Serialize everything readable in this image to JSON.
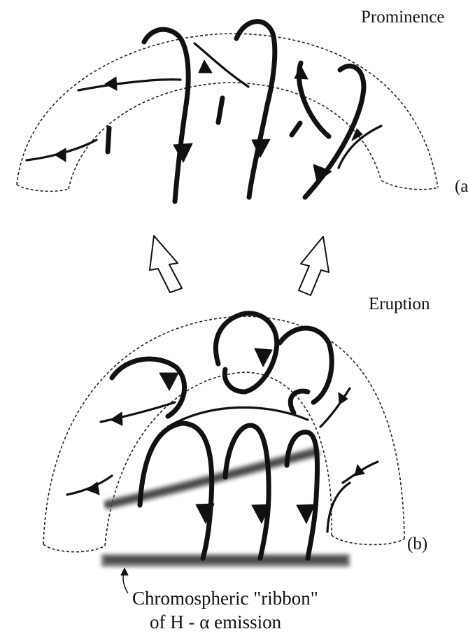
{
  "labels": {
    "prominence": "Prominence",
    "panel_a": "(a",
    "eruption": "Eruption",
    "panel_b": "(b)",
    "ribbon_line1": "Chromospheric \"ribbon\"",
    "ribbon_line2": "of H - α emission"
  }
}
